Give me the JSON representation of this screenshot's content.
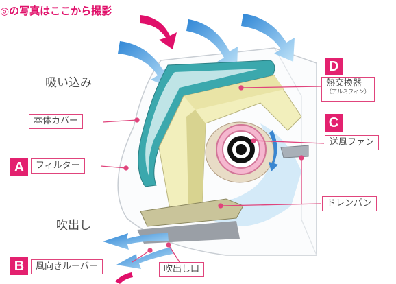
{
  "title": "◎の写真はここから撮影",
  "colors": {
    "accent": "#e3216f",
    "frame_teal": "#3ba8ad",
    "filter_yellow": "#f2efbc",
    "arrow_blue": "#4aa7e8",
    "fan_pink": "#f5b7cf"
  },
  "labels": {
    "intake": "吸い込み",
    "outlet": "吹出し",
    "body_cover": "本体カバー",
    "filter": "フィルター",
    "heat_exchanger": "熱交換器",
    "heat_exchanger_sub": "（アルミフィン）",
    "blower_fan": "送風ファン",
    "drain_pan": "ドレンパン",
    "louver": "風向きルーバー",
    "outlet_port": "吹出し口"
  },
  "badges": {
    "a": "A",
    "b": "B",
    "c": "C",
    "d": "D"
  }
}
